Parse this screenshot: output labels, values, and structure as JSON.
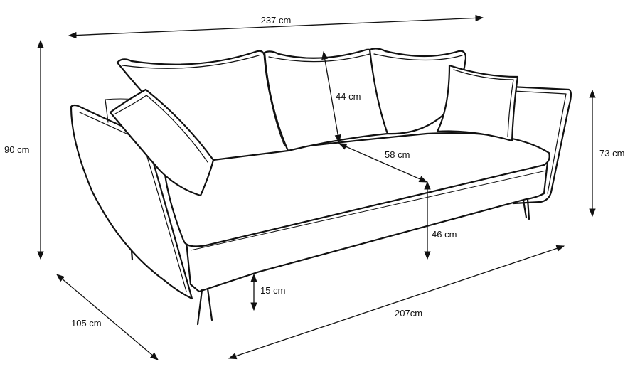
{
  "dimensions": {
    "total_width": "237 cm",
    "total_height": "90 cm",
    "total_depth": "105 cm",
    "backrest_cushion_height": "44 cm",
    "seat_depth": "58 cm",
    "armrest_height": "73 cm",
    "seat_height": "46 cm",
    "ground_clearance": "15 cm",
    "seat_width": "207cm"
  },
  "colors": {
    "line": "#111111",
    "background": "#ffffff"
  }
}
